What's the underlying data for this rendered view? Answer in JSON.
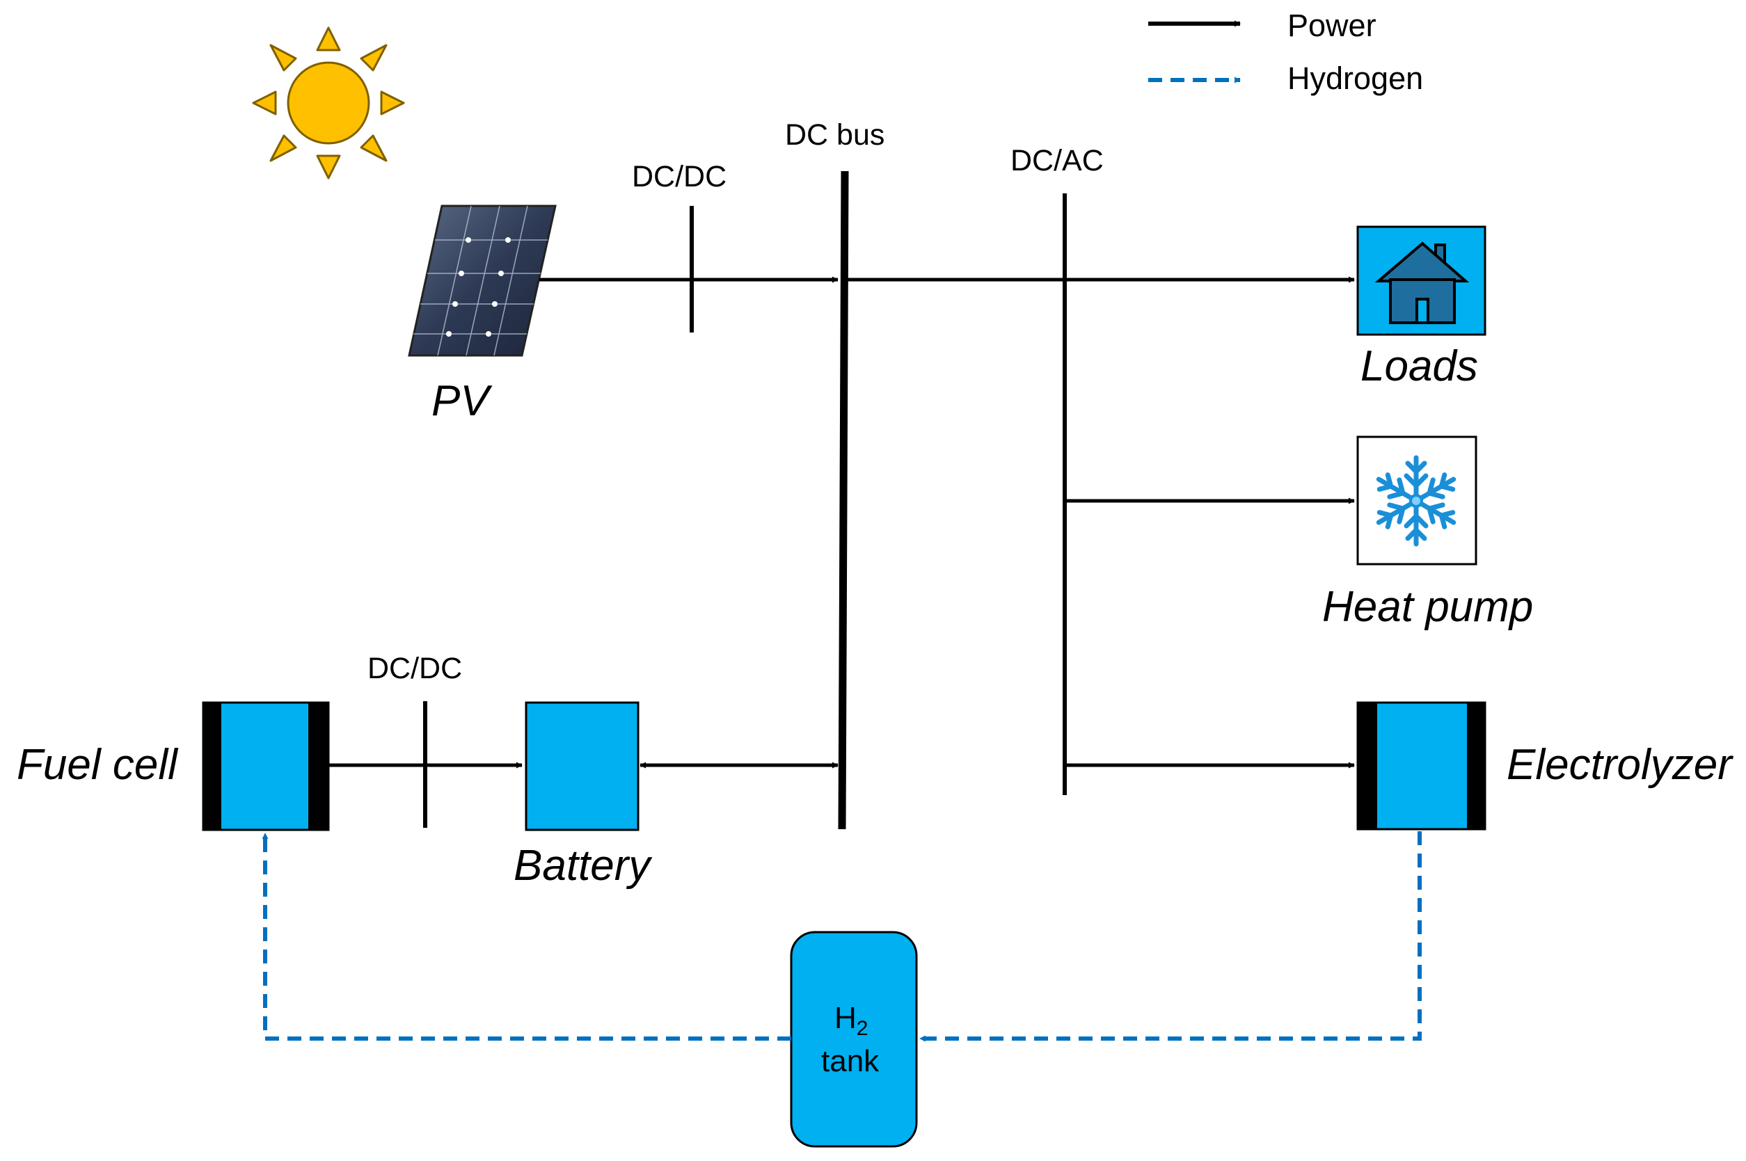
{
  "legend": {
    "power": "Power",
    "hydrogen": "Hydrogen"
  },
  "labels": {
    "pv": "PV",
    "dcdc_top": "DC/DC",
    "dc_bus": "DC bus",
    "dcac": "DC/AC",
    "loads": "Loads",
    "heat_pump": "Heat pump",
    "fuel_cell": "Fuel cell",
    "dcdc_bottom": "DC/DC",
    "battery": "Battery",
    "electrolyzer": "Electrolyzer",
    "tank_h": "H",
    "tank_sub": "2",
    "tank_word": "tank"
  },
  "icons": {
    "sun": "sun-icon",
    "pv": "solar-panel-icon",
    "house": "house-icon",
    "snowflake": "snowflake-icon"
  },
  "colors": {
    "component_fill": "#00b0f0",
    "hydrogen_line": "#0070c0",
    "sun_fill": "#ffc000",
    "power_line": "#000000"
  }
}
